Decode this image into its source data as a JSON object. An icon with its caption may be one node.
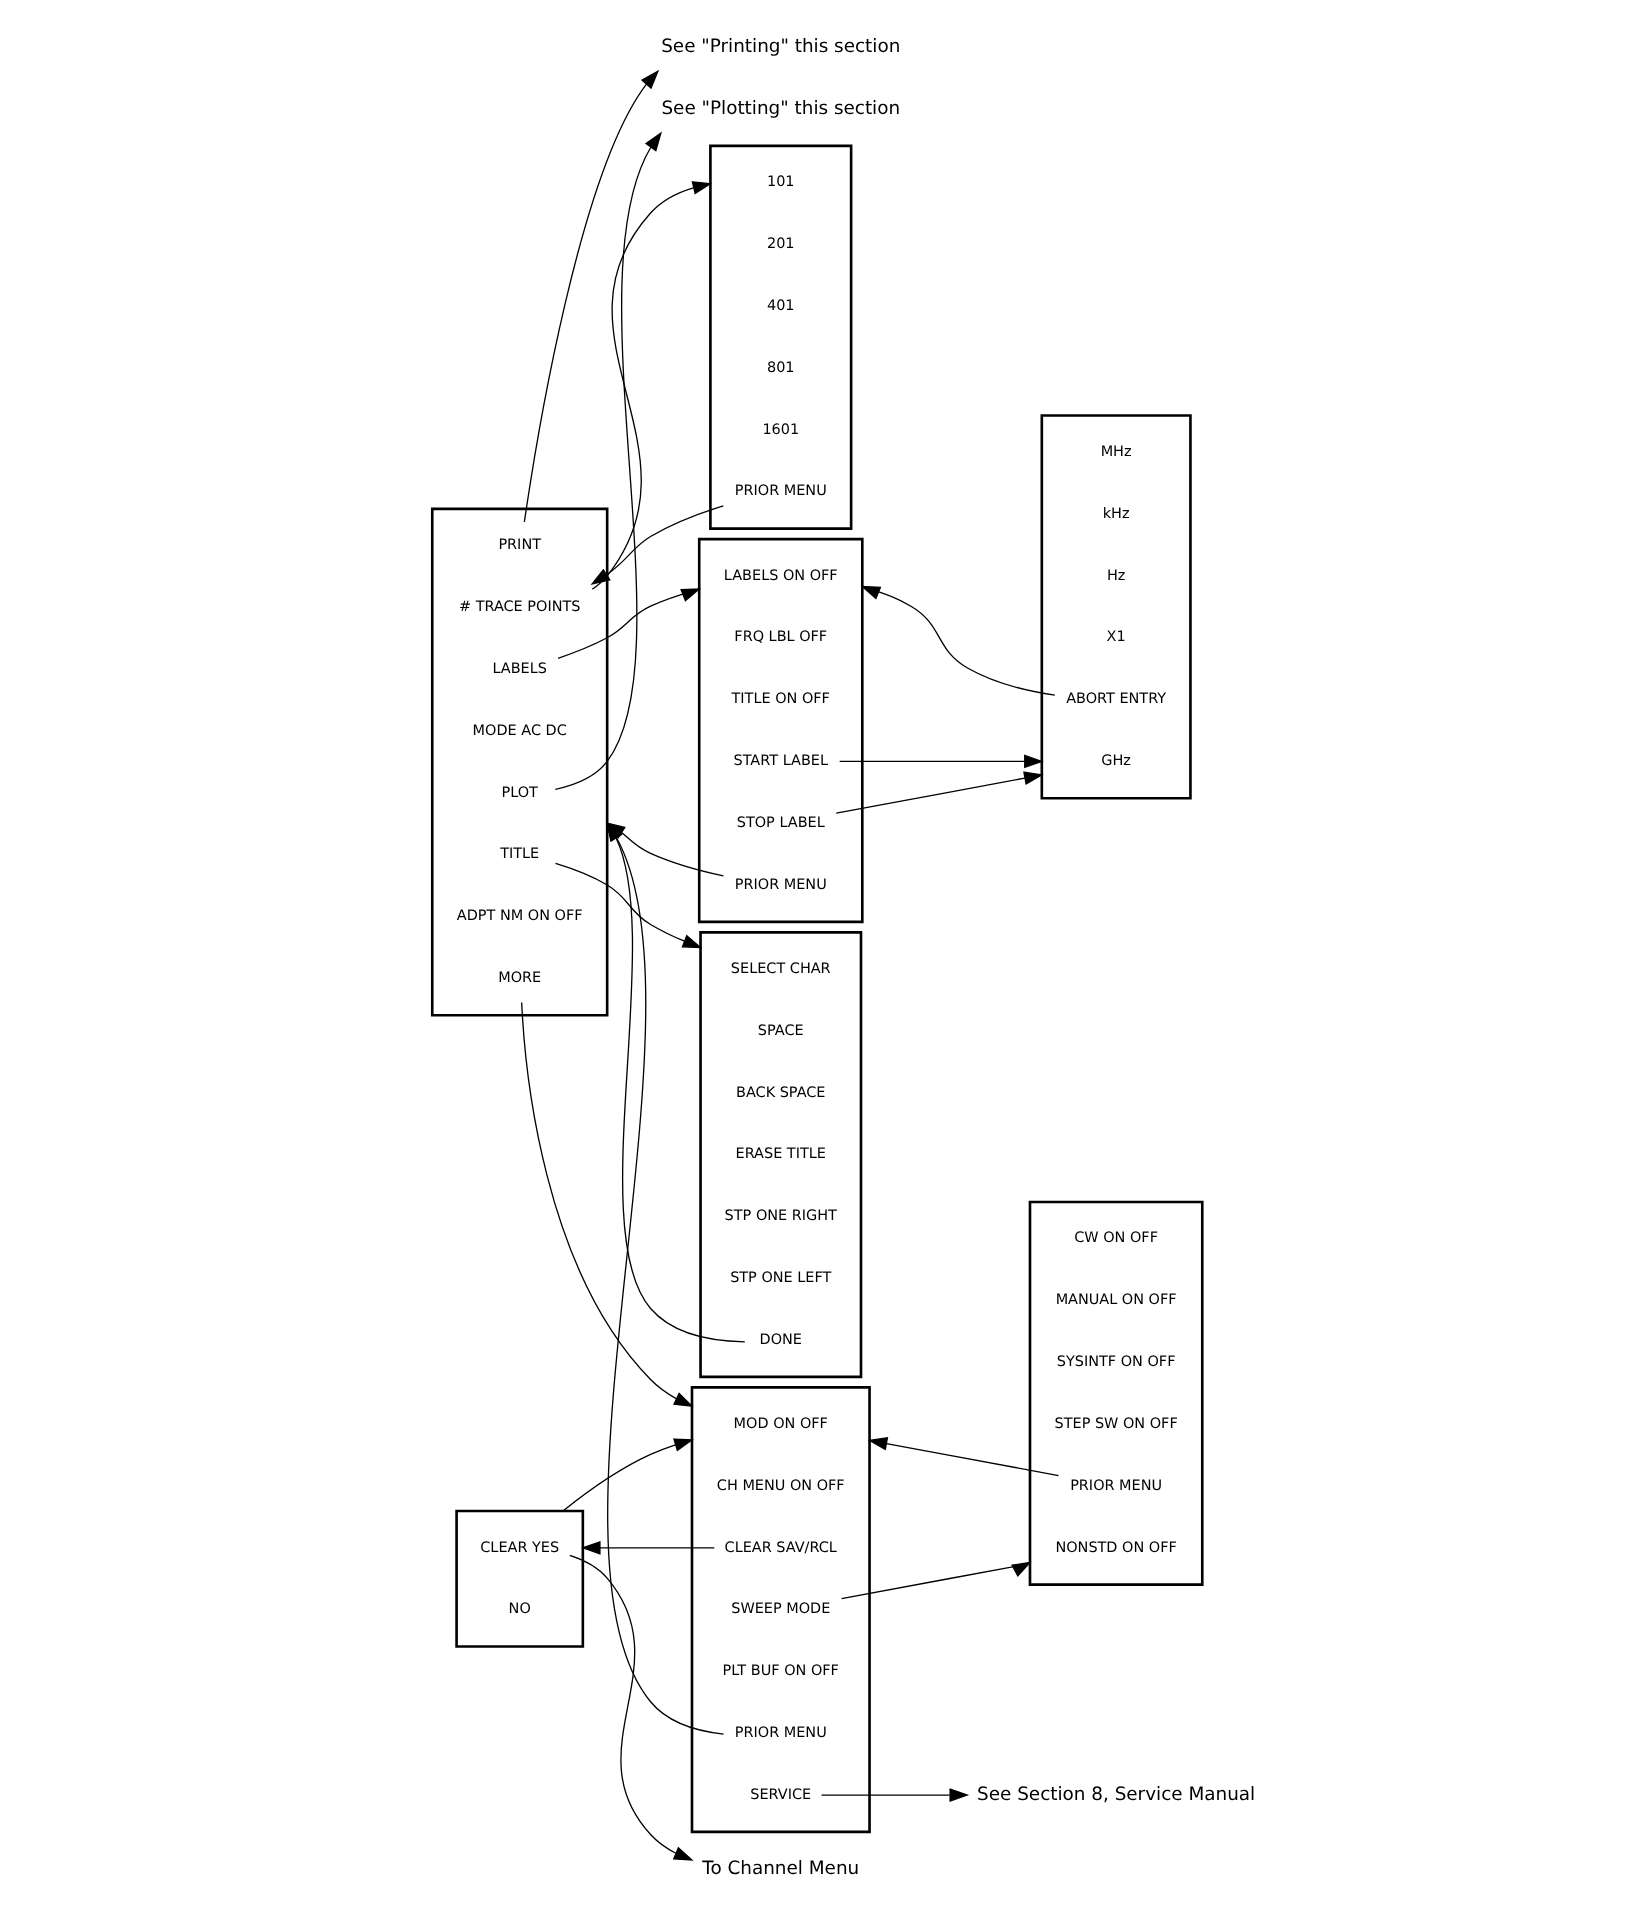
{
  "diagram": {
    "nodes": [
      {
        "text": [],
        "shape": "box"
      },
      {
        "text": [
          "PLOT"
        ],
        "in": 0
      },
      {
        "text": [
          "PRINT"
        ],
        "in": 0
      },
      {
        "text": [
          "# TRACE POINTS"
        ],
        "in": 0
      },
      {
        "text": [
          "LABELS"
        ],
        "in": 0
      },
      {
        "text": [
          "MODE AC DC"
        ],
        "in": 0
      },
      {
        "text": [
          "TITLE"
        ],
        "in": 0
      },
      {
        "text": [
          "ADPT NM ON OFF"
        ],
        "in": 0
      },
      {
        "text": [
          "MORE"
        ],
        "in": 0
      },
      {
        "text": [
          "See \"Plotting\" this section"
        ]
      },
      {
        "text": [
          "See \"Printing\" this section"
        ]
      },
      {
        "text": [],
        "shape": "box"
      },
      {
        "text": [
          "101"
        ],
        "in": 11
      },
      {
        "text": [
          "201"
        ],
        "in": 11
      },
      {
        "text": [
          "401"
        ],
        "in": 11
      },
      {
        "text": [
          "801"
        ],
        "in": 11
      },
      {
        "text": [
          "1601"
        ],
        "in": 11
      },
      {
        "text": [
          "PRIOR MENU"
        ],
        "in": 11
      },
      {
        "text": [],
        "shape": "box"
      },
      {
        "text": [
          "LABELS ON OFF"
        ],
        "in": 18
      },
      {
        "text": [
          "FRQ LBL OFF"
        ],
        "in": 18
      },
      {
        "text": [
          "TITLE ON OFF"
        ],
        "in": 18
      },
      {
        "text": [
          "START LABEL"
        ],
        "in": 18
      },
      {
        "text": [
          "STOP LABEL"
        ],
        "in": 18
      },
      {
        "text": [
          "PRIOR MENU"
        ],
        "in": 18
      },
      {
        "text": [],
        "shape": "box"
      },
      {
        "text": [
          "SELECT CHAR"
        ],
        "in": 25
      },
      {
        "text": [
          "SPACE"
        ],
        "in": 25
      },
      {
        "text": [
          "BACK SPACE"
        ],
        "in": 25
      },
      {
        "text": [
          "ERASE TITLE"
        ],
        "in": 25
      },
      {
        "text": [
          "STP ONE RIGHT"
        ],
        "in": 25
      },
      {
        "text": [
          "STP ONE LEFT"
        ],
        "in": 25
      },
      {
        "text": [
          "DONE"
        ],
        "in": 25
      },
      {
        "text": [],
        "shape": "box"
      },
      {
        "text": [
          "CLEAR YES"
        ],
        "in": 33
      },
      {
        "text": [
          "NO"
        ],
        "in": 33
      },
      {
        "text": [],
        "shape": "box"
      },
      {
        "text": [
          "MOD ON OFF"
        ],
        "in": 36
      },
      {
        "text": [
          "CH MENU ON OFF"
        ],
        "in": 36
      },
      {
        "text": [
          "CLEAR SAV/RCL"
        ],
        "in": 36
      },
      {
        "text": [
          "SWEEP MODE"
        ],
        "in": 36
      },
      {
        "text": [
          "PLT BUF ON OFF"
        ],
        "in": 36
      },
      {
        "text": [
          "PRIOR MENU"
        ],
        "in": 36
      },
      {
        "text": [
          "SERVICE"
        ],
        "in": 36
      },
      {
        "text": [],
        "shape": "box"
      },
      {
        "text": [
          "NONSTD ON OFF"
        ],
        "in": 44
      },
      {
        "text": [
          "CW ON OFF"
        ],
        "in": 44
      },
      {
        "text": [
          "MANUAL ON OFF"
        ],
        "in": 44
      },
      {
        "text": [
          "SYSINTF ON OFF"
        ],
        "in": 44
      },
      {
        "text": [
          "STEP SW ON OFF"
        ],
        "in": 44
      },
      {
        "text": [
          "PRIOR MENU"
        ],
        "in": 44
      },
      {
        "text": [],
        "shape": "box"
      },
      {
        "text": [
          "GHz"
        ],
        "in": 51
      },
      {
        "text": [
          "MHz"
        ],
        "in": 51
      },
      {
        "text": [
          "kHz"
        ],
        "in": 51
      },
      {
        "text": [
          "Hz"
        ],
        "in": 51
      },
      {
        "text": [
          "X1"
        ],
        "in": 51
      },
      {
        "text": [
          "ABORT ENTRY"
        ],
        "in": 51
      },
      {
        "text": [
          "See Section 8, Service Manual"
        ]
      },
      {
        "text": [
          "To Channel Menu"
        ]
      }
    ],
    "edges": [
      {
        "from": 1,
        "to": 9,
        "arrow": "to"
      },
      {
        "from": 2,
        "to": 10,
        "arrow": "to"
      },
      {
        "from": 3,
        "to": 11,
        "arrow": "to"
      },
      {
        "from": 17,
        "to": 3,
        "arrow": "to"
      },
      {
        "from": 4,
        "to": 18,
        "arrow": "to"
      },
      {
        "from": 24,
        "to": 0,
        "arrow": "to"
      },
      {
        "from": 6,
        "to": 25,
        "arrow": "to"
      },
      {
        "from": 8,
        "to": 36,
        "arrow": "to"
      },
      {
        "from": 33,
        "to": 36,
        "arrow": "to"
      },
      {
        "from": 34,
        "to": 59,
        "arrow": "to"
      },
      {
        "from": 39,
        "to": 33,
        "arrow": "to"
      },
      {
        "from": 40,
        "to": 44,
        "arrow": "to"
      },
      {
        "from": 50,
        "to": 36,
        "arrow": "to"
      },
      {
        "from": 43,
        "to": 58,
        "arrow": "to"
      },
      {
        "from": 42,
        "to": 0,
        "arrow": "to"
      },
      {
        "from": 32,
        "to": 0,
        "arrow": "to"
      },
      {
        "from": 22,
        "to": 51,
        "arrow": "to"
      },
      {
        "from": 23,
        "to": 51,
        "arrow": "to"
      },
      {
        "from": 57,
        "to": 18,
        "arrow": "to"
      }
    ]
  }
}
